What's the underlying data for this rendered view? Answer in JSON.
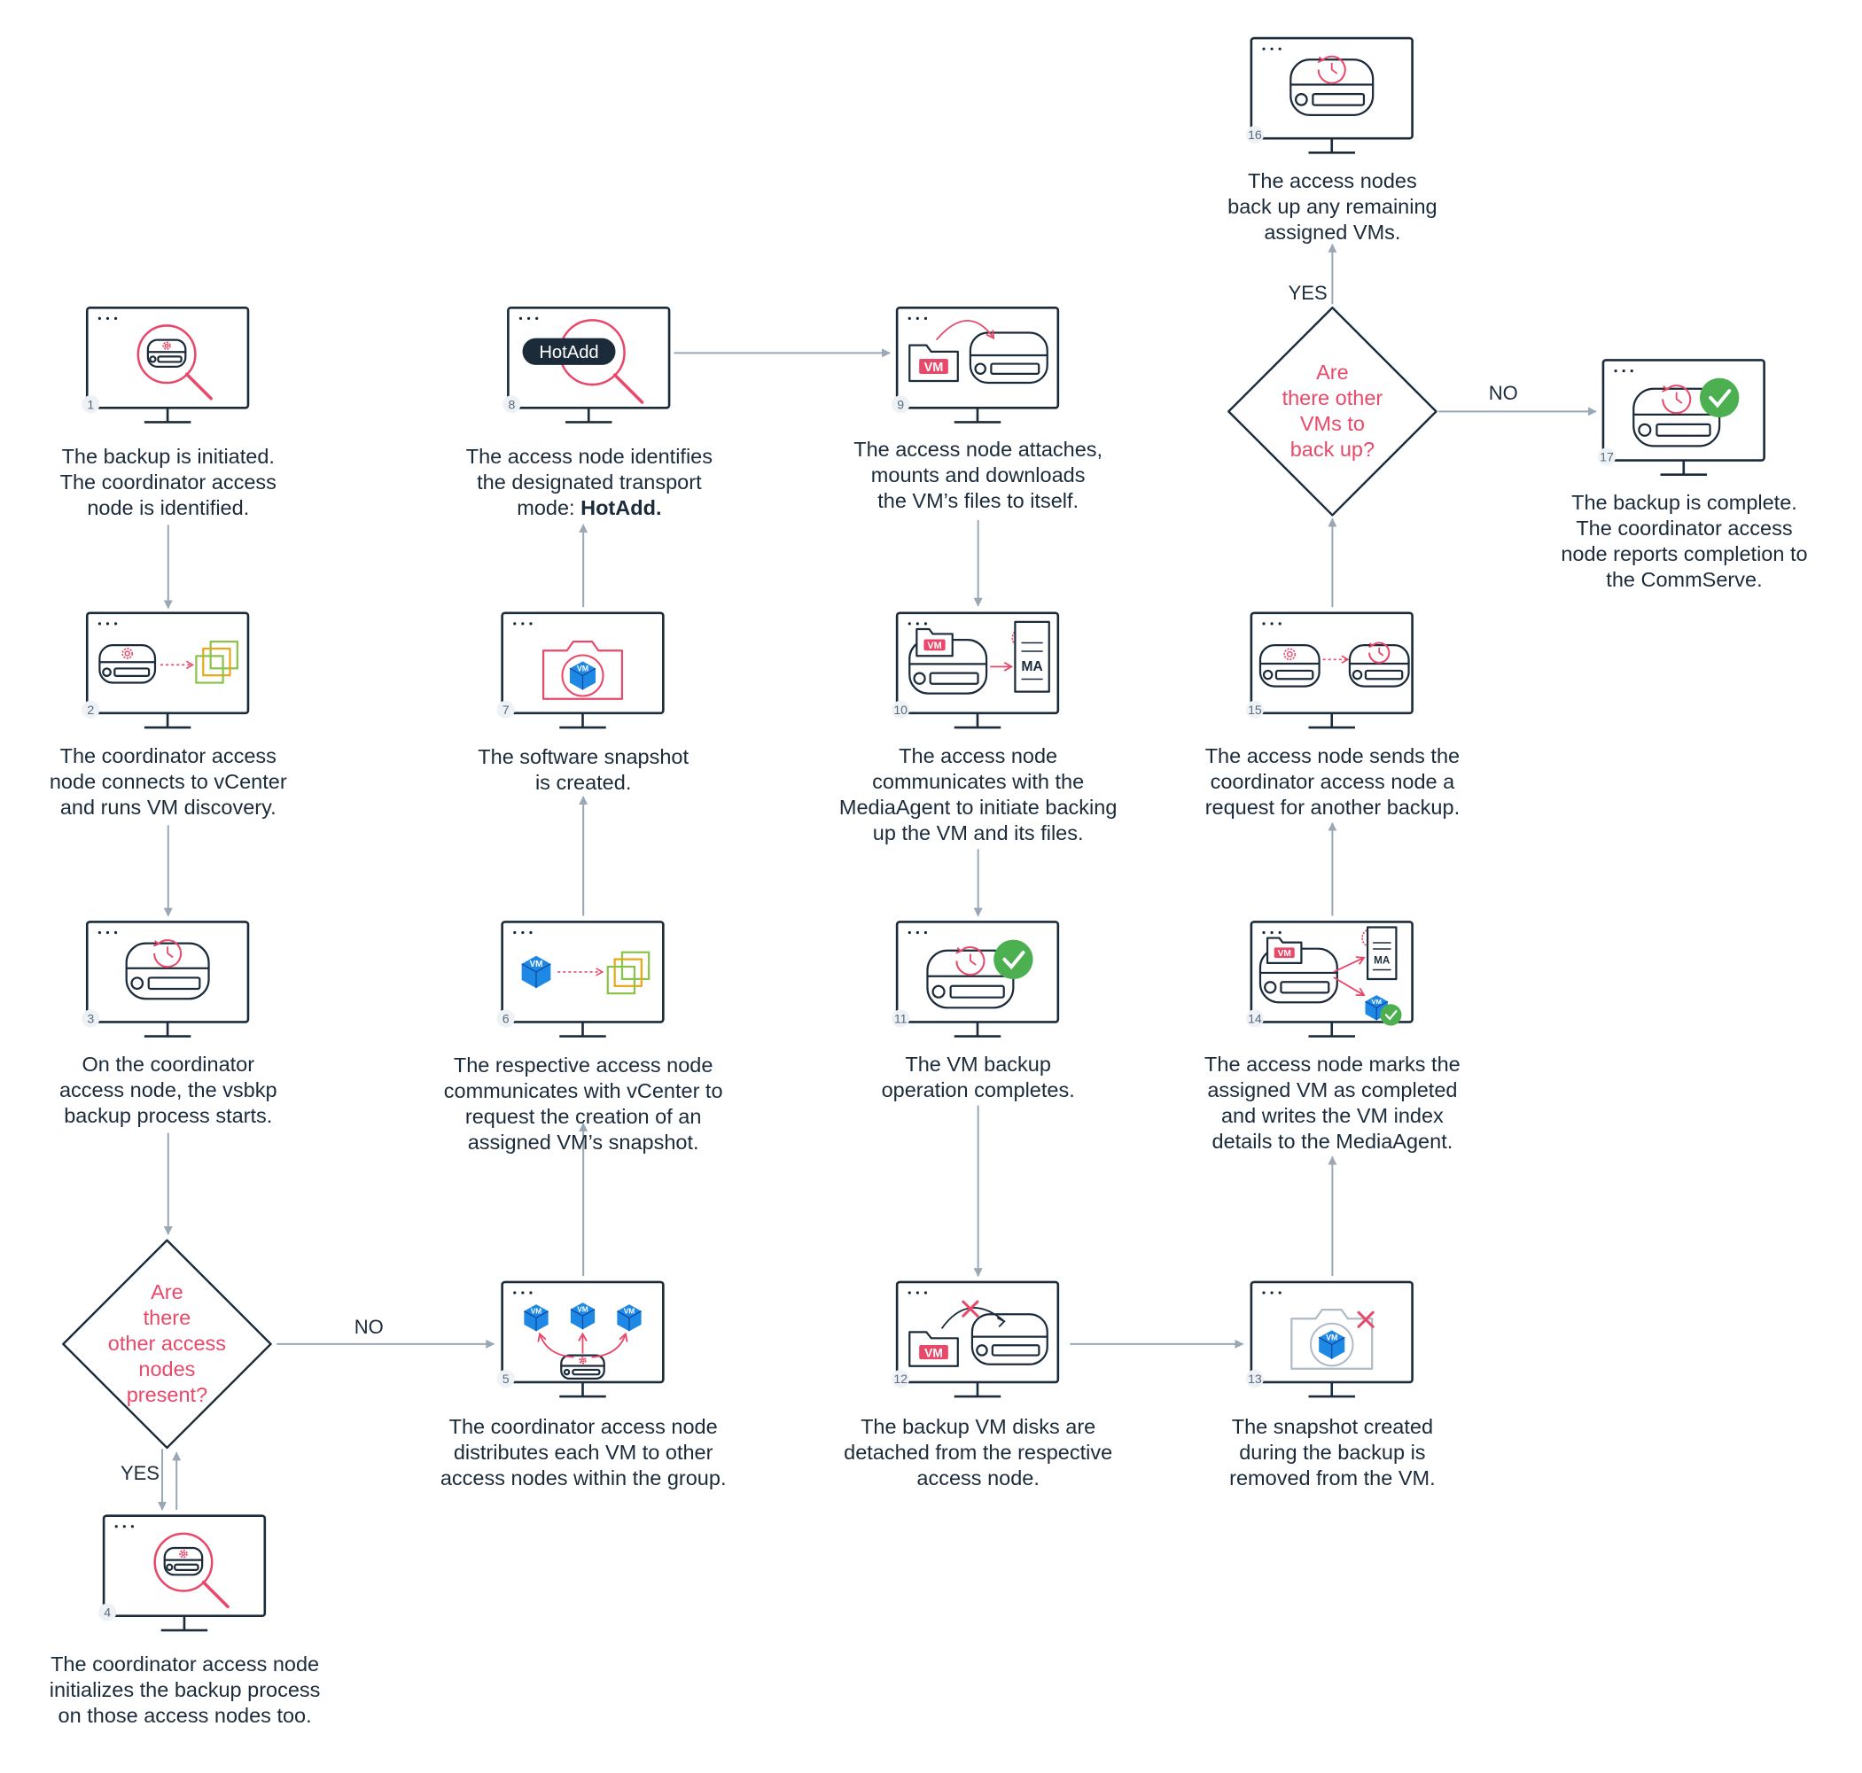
{
  "colors": {
    "navy": "#1c2b3a",
    "red": "#e8496a",
    "green": "#4caf50",
    "blue": "#1e88e5",
    "arrow": "#9aa7b4",
    "vcenter": "#8bc34a"
  },
  "steps": [
    {
      "num": "1",
      "text": "The backup is initiated.\nThe coordinator access\nnode is identified.",
      "icon": "search-drive-icon"
    },
    {
      "num": "2",
      "text": "The coordinator access\nnode connects to vCenter\nand runs VM discovery.",
      "icon": "drive-to-vcenter-icon"
    },
    {
      "num": "3",
      "text": "On the coordinator\naccess node, the vsbkp\nbackup process starts.",
      "icon": "backup-drive-icon"
    },
    {
      "num": "4",
      "text": "The coordinator access node\ninitializes the backup process\non those access nodes too.",
      "icon": "search-drive-icon"
    },
    {
      "num": "5",
      "text": "The coordinator access node\ndistributes each VM to other\naccess nodes within the group.",
      "icon": "distribute-vms-icon"
    },
    {
      "num": "6",
      "text": "The respective access node\ncommunicates with vCenter to\nrequest the creation of an\nassigned VM’s snapshot.",
      "icon": "vm-to-vcenter-icon"
    },
    {
      "num": "7",
      "text": "The software snapshot\nis created.",
      "icon": "camera-vm-icon"
    },
    {
      "num": "8",
      "text_pre": "The access node identifies\nthe designated transport\nmode: ",
      "text_bold": "HotAdd.",
      "icon": "hotadd-search-icon",
      "badge": "HotAdd"
    },
    {
      "num": "9",
      "text": "The access node attaches,\nmounts and downloads\nthe VM’s files to itself.",
      "icon": "folder-to-drive-icon",
      "folder_label": "VM"
    },
    {
      "num": "10",
      "text": "The access node\ncommunicates with the\nMediaAgent to initiate backing\nup the VM and its files.",
      "icon": "drive-to-mediaagent-icon",
      "folder_label": "VM",
      "doc_label": "MA"
    },
    {
      "num": "11",
      "text": "The VM backup\noperation completes.",
      "icon": "drive-complete-icon"
    },
    {
      "num": "12",
      "text": "The backup VM disks are\ndetached from the respective\naccess node.",
      "icon": "detach-disks-icon",
      "folder_label": "VM"
    },
    {
      "num": "13",
      "text": "The snapshot created\nduring the backup is\nremoved from the VM.",
      "icon": "camera-remove-icon"
    },
    {
      "num": "14",
      "text": "The access node marks the\nassigned VM as completed\nand writes the VM index\ndetails to the MediaAgent.",
      "icon": "mark-vm-complete-icon",
      "folder_label": "VM",
      "doc_label": "MA"
    },
    {
      "num": "15",
      "text": "The access node sends the\ncoordinator access node a\nrequest for another backup.",
      "icon": "drive-request-icon"
    },
    {
      "num": "16",
      "text": "The access nodes\nback up any remaining\nassigned VMs.",
      "icon": "backup-drive-icon"
    },
    {
      "num": "17",
      "text": "The backup is complete.\nThe coordinator access\nnode reports completion to\nthe CommServe.",
      "icon": "drive-complete-icon"
    }
  ],
  "decisions": [
    {
      "text": "Are\nthere\nother access\nnodes\npresent?"
    },
    {
      "text": "Are\nthere other\nVMs to\nback up?"
    }
  ],
  "edge_labels": {
    "yes": "YES",
    "no": "NO"
  },
  "icon_text": {
    "vm": "VM"
  }
}
